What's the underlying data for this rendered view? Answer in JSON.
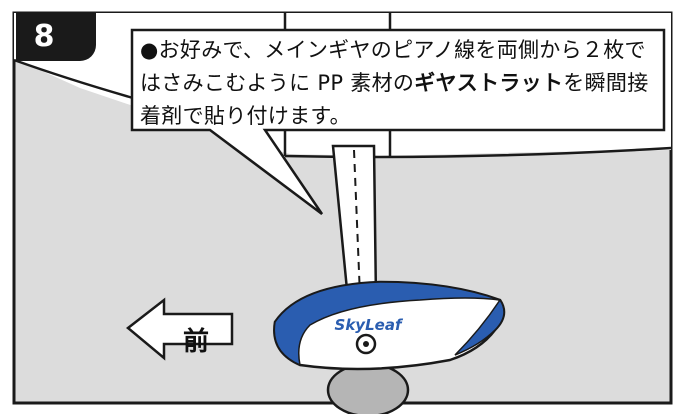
{
  "step": {
    "number": "8"
  },
  "instruction": {
    "bullet": "●",
    "text_before": "お好みで、メインギヤのピアノ線を両側から２枚ではさみこむように PP 素材の",
    "bold": "ギヤストラット",
    "text_after": "を瞬間接着剤で貼り付けます。"
  },
  "direction_arrow": {
    "label": "前"
  },
  "wheel_pant": {
    "logo_text": "SkyLeaf"
  },
  "colors": {
    "panel_background": "#dcdcdc",
    "outline": "#1a1a1a",
    "logo_blue": "#2a5db0"
  }
}
